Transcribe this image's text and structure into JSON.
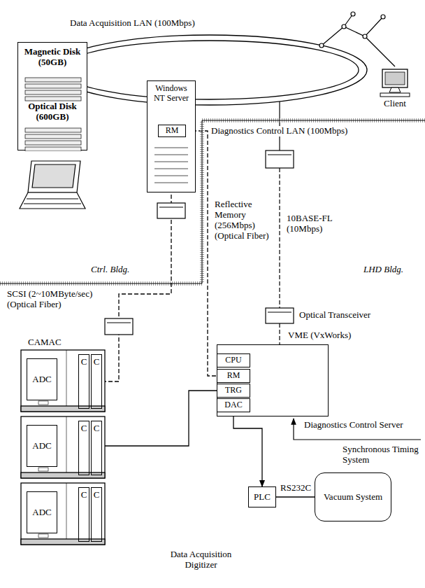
{
  "diagram": {
    "nodes": [
      {
        "text": [
          "Client"
        ]
      },
      {
        "text": [
          "Magnetic Disk (50GB)",
          "Optical Disk (600GB)"
        ]
      },
      {
        "text": [
          "Windows NT Server"
        ]
      },
      {
        "text": [
          "RM"
        ],
        "in": 2
      },
      {
        "text": [
          "VME (VxWorks)",
          "Diagnostics Control Server"
        ]
      },
      {
        "text": [
          "CPU"
        ],
        "in": 4
      },
      {
        "text": [
          "RM"
        ],
        "in": 4
      },
      {
        "text": [
          "TRG"
        ],
        "in": 4
      },
      {
        "text": [
          "DAC"
        ],
        "in": 4
      },
      {
        "text": [
          "PLC"
        ]
      },
      {
        "text": [
          "Vacuum System"
        ]
      },
      {
        "text": [
          "ADC"
        ]
      },
      {
        "text": [
          "C"
        ]
      },
      {
        "text": [
          "C"
        ]
      },
      {
        "text": [
          "ADC"
        ]
      },
      {
        "text": [
          "C"
        ]
      },
      {
        "text": [
          "C"
        ]
      },
      {
        "text": [
          "ADC"
        ]
      },
      {
        "text": [
          "C"
        ]
      },
      {
        "text": [
          "C"
        ]
      }
    ],
    "edges": [
      {
        "from": 3,
        "to": 6,
        "label": "Reflective Memory (256Mbps) (Optical Fiber)",
        "arrow": "none"
      },
      {
        "from": 13,
        "to": 2,
        "label": "SCSI (2~10MByte/sec) (Optical Fiber)",
        "arrow": "none"
      },
      {
        "from": 8,
        "to": 9,
        "arrow": "to"
      },
      {
        "from": 7,
        "to": 14,
        "arrow": "to"
      },
      {
        "from": 9,
        "to": 10,
        "label": "RS232C",
        "arrow": "none"
      }
    ],
    "labels": [
      "Data Acquisition LAN (100Mbps)",
      "Diagnostics Control LAN (100Mbps)",
      "Ctrl. Bldg.",
      "LHD Bldg.",
      "10BASE-FL (10Mbps)",
      "Optical Transceiver",
      "Synchronous Timing System",
      "CAMAC",
      "Data Acquisition Digitizer"
    ]
  }
}
